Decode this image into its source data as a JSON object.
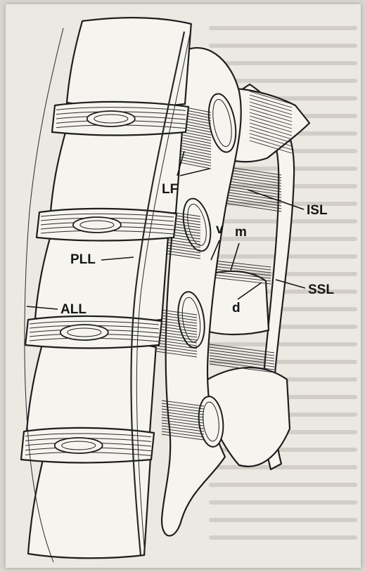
{
  "labels": {
    "lf": "LF",
    "isl": "ISL",
    "v": "v",
    "m": "m",
    "pll": "PLL",
    "ssl": "SSL",
    "all": "ALL",
    "d": "d"
  }
}
